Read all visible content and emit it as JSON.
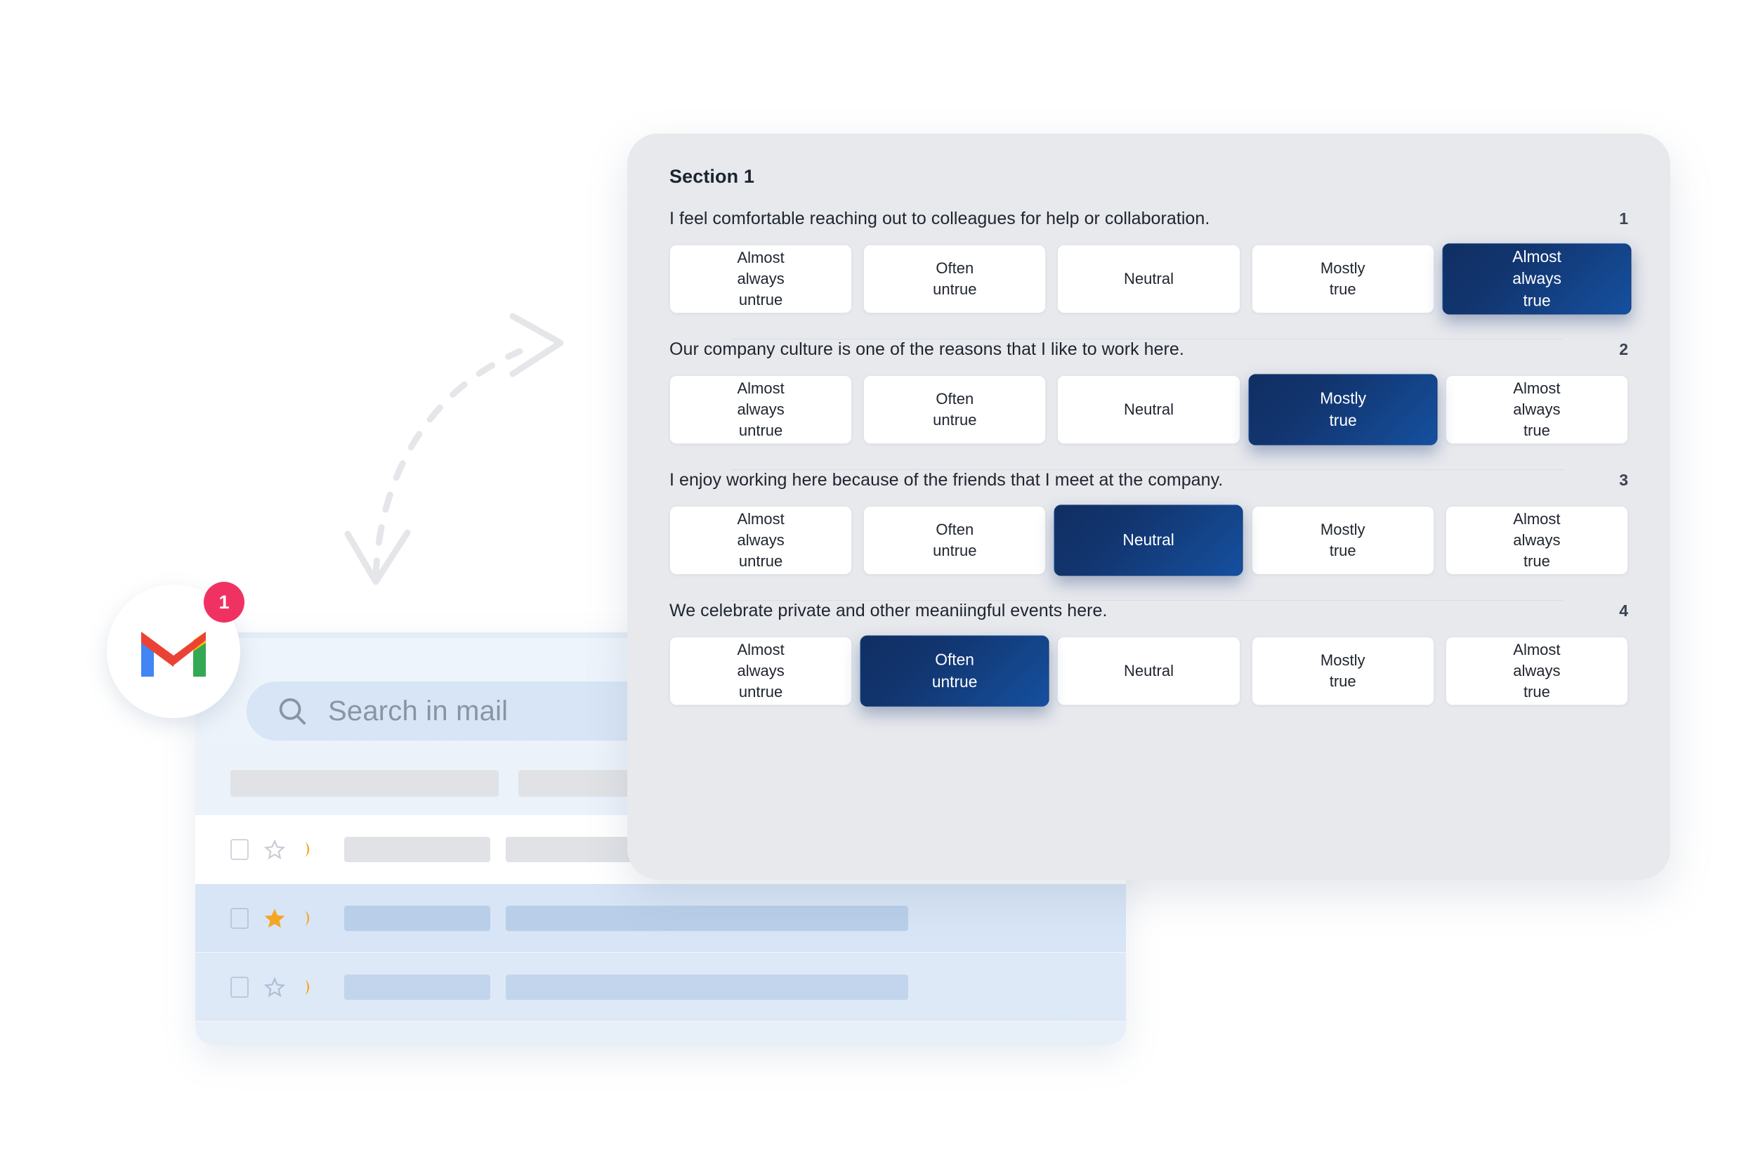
{
  "survey": {
    "section_title": "Section 1",
    "scale_labels": [
      "Almost always untrue",
      "Often untrue",
      "Neutral",
      "Mostly true",
      "Almost always true"
    ],
    "questions": [
      {
        "number": "1",
        "text": "I feel comfortable reaching out to colleagues for help or collaboration.",
        "options": [
          {
            "label": "Almost\nalways\nuntrue",
            "selected": false
          },
          {
            "label": "Often\nuntrue",
            "selected": false
          },
          {
            "label": "Neutral",
            "selected": false
          },
          {
            "label": "Mostly\ntrue",
            "selected": false
          },
          {
            "label": "Almost\nalways\ntrue",
            "selected": true
          }
        ]
      },
      {
        "number": "2",
        "text": "Our company culture is one of the reasons that I like to work here.",
        "options": [
          {
            "label": "Almost\nalways\nuntrue",
            "selected": false
          },
          {
            "label": "Often\nuntrue",
            "selected": false
          },
          {
            "label": "Neutral",
            "selected": false
          },
          {
            "label": "Mostly\ntrue",
            "selected": true
          },
          {
            "label": "Almost\nalways\ntrue",
            "selected": false
          }
        ]
      },
      {
        "number": "3",
        "text": "I enjoy working here because of the friends that I meet at the company.",
        "options": [
          {
            "label": "Almost\nalways\nuntrue",
            "selected": false
          },
          {
            "label": "Often\nuntrue",
            "selected": false
          },
          {
            "label": "Neutral",
            "selected": true
          },
          {
            "label": "Mostly\ntrue",
            "selected": false
          },
          {
            "label": "Almost\nalways\ntrue",
            "selected": false
          }
        ]
      },
      {
        "number": "4",
        "text": "We celebrate private and other meaniingful events here.",
        "options": [
          {
            "label": "Almost\nalways\nuntrue",
            "selected": false
          },
          {
            "label": "Often\nuntrue",
            "selected": true
          },
          {
            "label": "Neutral",
            "selected": false
          },
          {
            "label": "Mostly\ntrue",
            "selected": false
          },
          {
            "label": "Almost\nalways\ntrue",
            "selected": false
          }
        ]
      }
    ]
  },
  "gmail": {
    "badge_count": "1",
    "search_placeholder": "Search in mail",
    "search_icon": "search-icon",
    "logo_icon": "gmail-logo-icon",
    "rows": [
      {
        "state": "unread",
        "starred": false,
        "important": true
      },
      {
        "state": "read-a",
        "starred": true,
        "important": true
      },
      {
        "state": "read-b",
        "starred": false,
        "important": true
      }
    ]
  },
  "decor": {
    "arrow_icon": "dashed-curved-arrow-icon"
  },
  "colors": {
    "selected_gradient_start": "#102f63",
    "selected_gradient_end": "#15509f",
    "panel_bg": "#e7e9ed",
    "card_bg": "#ffffff",
    "badge_red": "#f03262",
    "star_gold": "#f5a623",
    "gmail_window_bg": "#e7eff9"
  }
}
